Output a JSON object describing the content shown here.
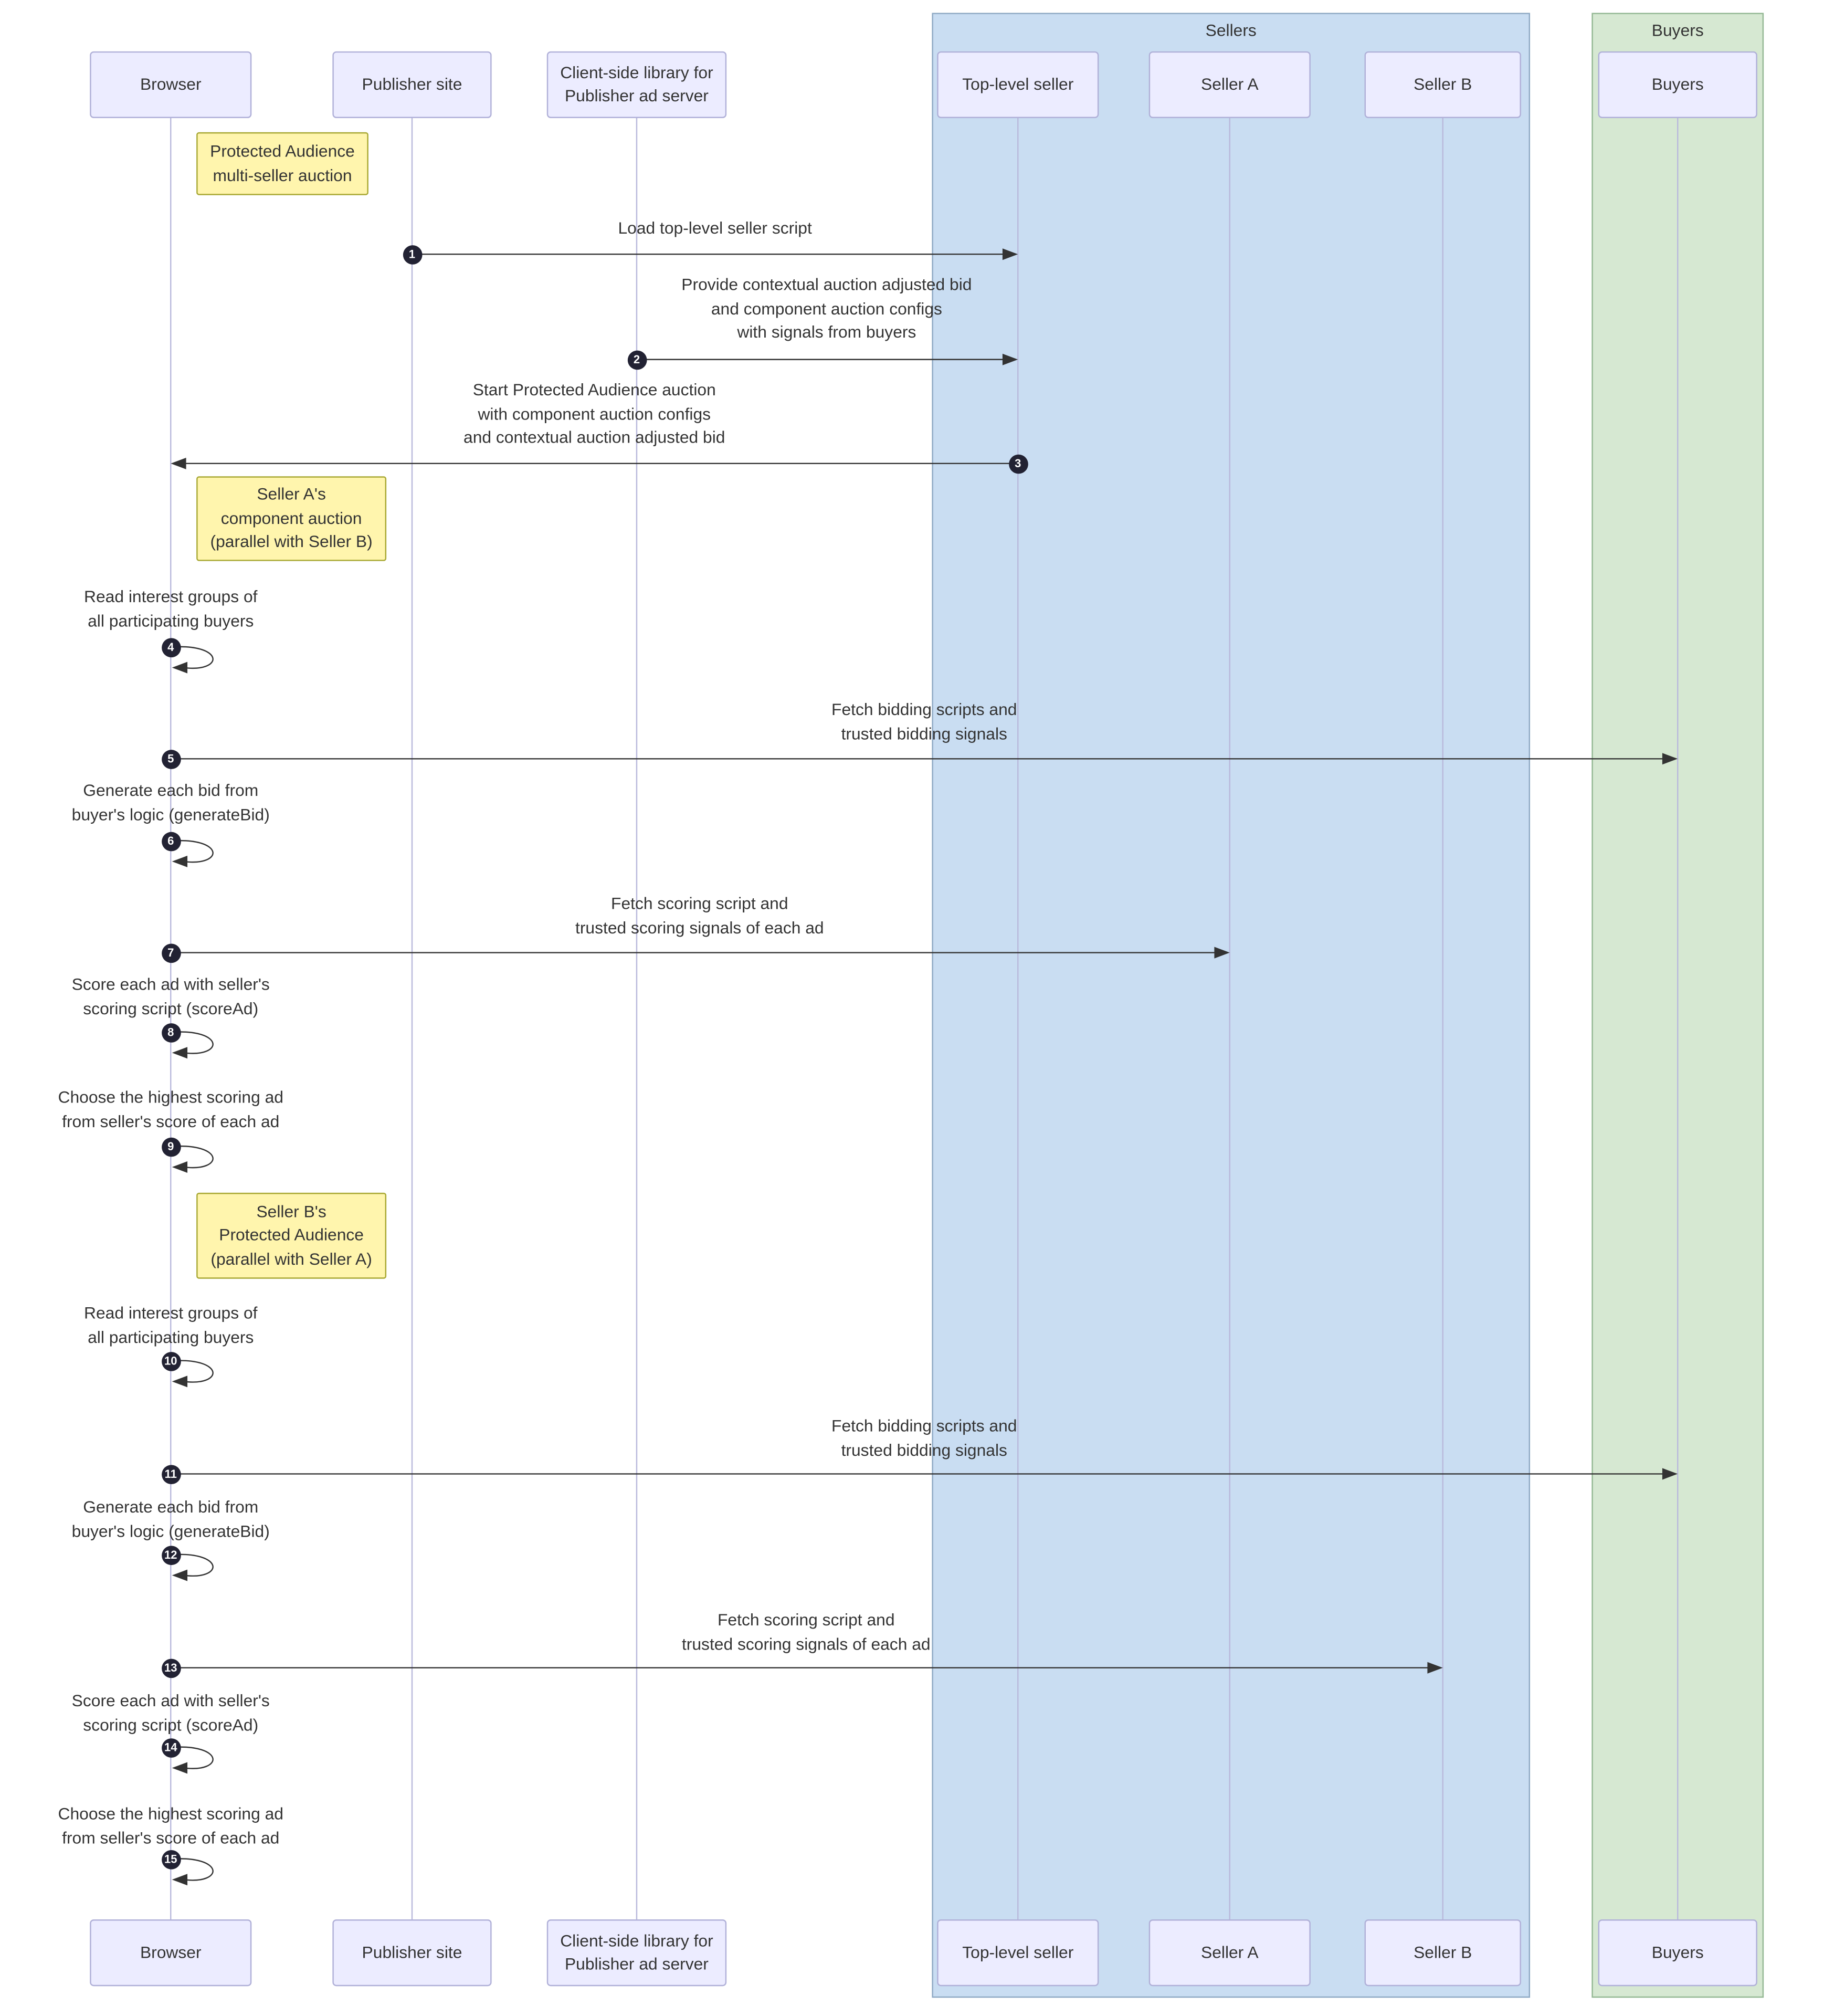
{
  "diagram": {
    "type": "sequence-diagram",
    "palette": {
      "actor_fill": "#ececff",
      "actor_border": "#b0b0d8",
      "note_fill": "#fff5ad",
      "note_border": "#a8a833",
      "sellers_group_fill": "#c9ddf2",
      "buyers_group_fill": "#d6e8d2",
      "line_color": "#333333",
      "sequence_number_fill": "#222233"
    },
    "groups": {
      "sellers": {
        "label": "Sellers"
      },
      "buyers": {
        "label": "Buyers"
      }
    },
    "actors": [
      {
        "id": "browser",
        "label": "Browser"
      },
      {
        "id": "publisher-site",
        "label": "Publisher site"
      },
      {
        "id": "ad-server-library",
        "label": "Client-side library for\nPublisher ad server"
      },
      {
        "id": "top-level-seller",
        "label": "Top-level seller",
        "group": "Sellers"
      },
      {
        "id": "seller-a",
        "label": "Seller A",
        "group": "Sellers"
      },
      {
        "id": "seller-b",
        "label": "Seller B",
        "group": "Sellers"
      },
      {
        "id": "buyers",
        "label": "Buyers",
        "group": "Buyers"
      }
    ],
    "notes": [
      {
        "text": "Protected Audience\nmulti-seller auction"
      },
      {
        "text": "Seller A's\ncomponent auction\n(parallel with Seller B)"
      },
      {
        "text": "Seller B's\nProtected Audience\n(parallel with Seller A)"
      }
    ],
    "messages": [
      {
        "seq": "1",
        "from": "Publisher site",
        "to": "Top-level seller",
        "text": "Load top-level seller script"
      },
      {
        "seq": "2",
        "from": "Client-side library for Publisher ad server",
        "to": "Top-level seller",
        "text": "Provide contextual auction adjusted bid\nand component auction configs\nwith signals from buyers"
      },
      {
        "seq": "3",
        "from": "Top-level seller",
        "to": "Browser",
        "text": "Start Protected Audience auction\nwith component auction configs\nand contextual auction adjusted bid"
      },
      {
        "seq": "4",
        "from": "Browser",
        "to": "Browser",
        "text": "Read interest groups of\nall participating buyers"
      },
      {
        "seq": "5",
        "from": "Browser",
        "to": "Buyers",
        "text": "Fetch bidding scripts and\ntrusted bidding signals"
      },
      {
        "seq": "6",
        "from": "Browser",
        "to": "Browser",
        "text": "Generate each bid from\nbuyer's logic (generateBid)"
      },
      {
        "seq": "7",
        "from": "Browser",
        "to": "Seller A",
        "text": "Fetch scoring script and\ntrusted scoring signals of each ad"
      },
      {
        "seq": "8",
        "from": "Browser",
        "to": "Browser",
        "text": "Score each ad with seller's\nscoring script (scoreAd)"
      },
      {
        "seq": "9",
        "from": "Browser",
        "to": "Browser",
        "text": "Choose the highest scoring ad\nfrom seller's score of each ad"
      },
      {
        "seq": "10",
        "from": "Browser",
        "to": "Browser",
        "text": "Read interest groups of\nall participating buyers"
      },
      {
        "seq": "11",
        "from": "Browser",
        "to": "Buyers",
        "text": "Fetch bidding scripts and\ntrusted bidding signals"
      },
      {
        "seq": "12",
        "from": "Browser",
        "to": "Browser",
        "text": "Generate each bid from\nbuyer's logic (generateBid)"
      },
      {
        "seq": "13",
        "from": "Browser",
        "to": "Seller B",
        "text": "Fetch scoring script and\ntrusted scoring signals of each ad"
      },
      {
        "seq": "14",
        "from": "Browser",
        "to": "Browser",
        "text": "Score each ad with seller's\nscoring script (scoreAd)"
      },
      {
        "seq": "15",
        "from": "Browser",
        "to": "Browser",
        "text": "Choose the highest scoring ad\nfrom seller's score of each ad"
      }
    ]
  }
}
